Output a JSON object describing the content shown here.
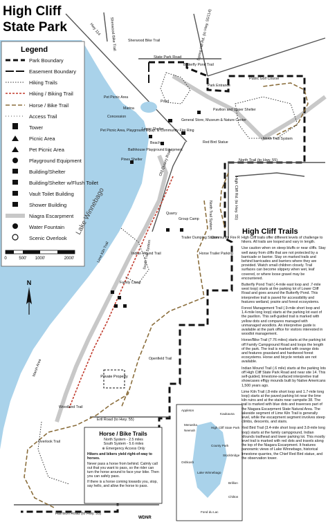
{
  "title_line1": "High Cliff",
  "title_line2": "State Park",
  "legend": {
    "heading": "Legend",
    "items": [
      "Park Boundary",
      "Easement Boundary",
      "Hiking Trails",
      "Hiking / Biking Trail",
      "Horse / Bike Trail",
      "Access Trail",
      "Tower",
      "Picnic Area",
      "Pet Picnic Area",
      "Playground Equipment",
      "Building/Shelter",
      "Building/Shelter w/Flush Toilet",
      "Vault Toilet Building",
      "Shower Building",
      "Niagra Escarpment",
      "Water Fountain",
      "Scenic Overlook"
    ],
    "scale_labels": [
      "0",
      "500'",
      "1000'",
      "2000'"
    ]
  },
  "lake_label": "Lake Winnebago",
  "roads": {
    "state_park_road": "State Park Road",
    "hwy55": "Sherwood Bike Trail",
    "spring_hill": "Spring Hill Rd. (to Hwy. 55/114)",
    "north_trail": "North Trail (to Hwy. 55)",
    "cliff_road": "High Cliff Rd. (to Hwy. 55)",
    "ertl_road": "Ertl Road (to Hwy. 55)",
    "harrison_road": "Harrison Road (to Hwy. 55)",
    "hwy114": "Hwy 114",
    "quarry_road": "Old Quarry Road"
  },
  "places": {
    "sherwood": "Sherwood Bike Trail",
    "public_golf": "Public Golf Course",
    "butterfly_pond": "Butterfly Pond Trail",
    "park_entrance": "Park Entrance",
    "pet_picnic_marina": "Pet Picnic Area",
    "marina": "Marina",
    "pond": "Pond",
    "concession": "Concession",
    "general_store": "General Store, Museum & Nature Center",
    "pavilion": "Pavilion and Upper Shelter",
    "red_bird_statue": "Red Bird Statue",
    "lower_shelter": "Lower Shelter",
    "picnic_area": "Pet Picnic Area, Playground Equip. & Community Fire Ring",
    "beach": "Beach",
    "bathhouse": "Bathhouse Playground Equipment",
    "pines_shelter": "Pines Shelter",
    "north_trail_system": "North Trail System",
    "quarry": "Quarry",
    "group_camp": "Group Camp",
    "trailer_dumping": "Trailer Dumping Station",
    "community_fire_ring": "Community Fire Ring",
    "indian_mound_trail": "Indian Mound Trail",
    "horse_trailer_parking": "Horse Trailer Parking",
    "lime_kiln_trail": "Lime Kiln Trail",
    "family_camp": "Family Camp",
    "north_trail_sys2": "North Trail System",
    "south_trail_sys": "South Trail System",
    "openfield_trail": "Openfield Trail",
    "private_property": "Private Property",
    "woodland_trail": "Woodland Trail",
    "overlook_trail": "Overlook Trail",
    "marsh_area": "Marsh Area"
  },
  "trails_panel": {
    "heading": "High Cliff Trails",
    "intro": "High Cliff trails offer different levels of challenge to hikers. All trails are looped and vary in length.",
    "caution": "Use caution when on steep bluffs or near cliffs. Stay well away from cliffs that are not protected by a barricade or barrier. Stay on marked trails and behind barricades and barriers where they are provided. Watch small children closely. Trail surfaces can become slippery when wet, leaf covered, or where loose gravel may be encountered.",
    "butterfly": "Butterfly Pond Trail (.4-mile east loop and .7-mile west loop) starts at the parking lot of Lower Cliff Road and goes around the Butterfly Pond. This interpretive trail is paved for accessibility and features wetland, prairie and forest ecosystems.",
    "forest": "Forest Management Trail (.9-mile short loop and 1.4-mile long loop) starts at the parking lot east of the pavilion. This self-guided trail is marked with yellow dots and compares managed with unmanaged woodlots. An interpretive guide is available at the park office for visitors interested in woodlot management.",
    "horse_bike": "Horse/Bike Trail (7.76 miles) starts at the parking lot off Family Campground Road and loops the length of the park. The trail is marked with orange dots and features grassland and hardwood forest ecosystems. Horse and bicycle rentals are not available.",
    "indian_mound": "Indian Mound Trail (.6 mile) starts at the parking lots off High Cliff State Park Road and near site 14. This self-guided, limestone-surfaced interpretive trail showcases effigy mounds built by Native Americans 1,500 years ago.",
    "lime_kiln": "Lime Kiln Trail (.8-mile short loop and 1.7-mile long loop) starts at the paved parking lot near the lime kiln ruins and at the stairs near campsite 38. The trail is marked with blue dots and traverses part of the Niagara Escarpment State Natural Area. The lakeside segment of Lime Kiln Trail is generally level, while the escarpment segment involves steep climbs, descents, and stairs.",
    "red_bird": "Red Bird Trail (3.4-mile short loop and 3.8-mile long loop) starts at the family campground, Indian Mounds trailhead and lower parking lot. This mostly level trail is marked with red dots and travels along the top of the Niagara Escarpment. It features panoramic views of Lake Winnebago, historical limestone quarries, the Chief Red Bird statue, and the observation tower."
  },
  "horse_bike_box": {
    "heading": "Horse / Bike Trails",
    "north": "North System - 2.5 miles",
    "south": "South System - 5.6 miles",
    "emergency": "Emergency Access Only",
    "yield": "Hikers and bikers yield right-of-way to horses.",
    "text1": "Never pass a horse from behind. Calmly call out that you want to pass, so the rider can turn the horse around to face your bike. Then you can safely pass.",
    "text2": "If there is a horse coming towards you, stop, say hello, and allow the horse to pass."
  },
  "inset": {
    "appleton": "Appleton",
    "kaukauna": "Kaukauna",
    "menasha": "Menasha",
    "neenah": "Neenah",
    "high_cliff": "High Cliff State Park",
    "county": "County Park",
    "oshkosh": "Oshkosh",
    "stockbridge": "Stockbridge",
    "lake_winnebago": "Lake Winnebago",
    "brillion": "Brillion",
    "chilton": "Chilton",
    "fdl": "Fond du Lac"
  },
  "footer": "WDNR",
  "colors": {
    "lake": "#a9d2ea",
    "escarpment": "#c8c8c8",
    "red_trail": "#c0392b",
    "horse_trail": "#8a6d3b",
    "boundary": "#111111"
  }
}
